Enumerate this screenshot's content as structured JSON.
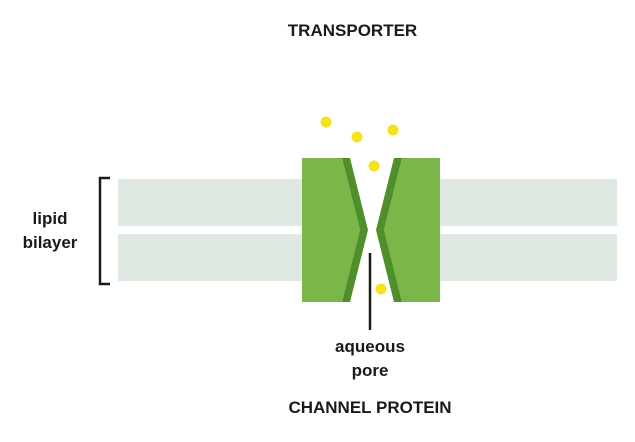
{
  "diagram": {
    "title_top": "TRANSPORTER",
    "title_bottom": "CHANNEL PROTEIN",
    "lipid_label_line1": "lipid",
    "lipid_label_line2": "bilayer",
    "pore_label_line1": "aqueous",
    "pore_label_line2": "pore"
  },
  "colors": {
    "bilayer": "#dfe9e1",
    "protein_light": "#7ab648",
    "protein_dark": "#4f8f2a",
    "solute": "#f4e21a",
    "text": "#1a1a1a"
  }
}
